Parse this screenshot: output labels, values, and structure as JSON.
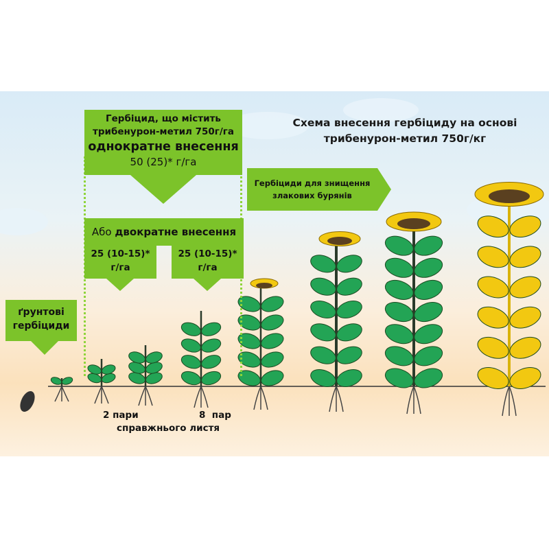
{
  "title": "Схема внесення гербіциду на основі трибенурон-метил 750г/кг",
  "single": {
    "line1": "Гербіцид, що містить",
    "line2": "трибенурон-метил 750г/га",
    "line3": "однократне внесення",
    "dose": "50 (25)* г/га"
  },
  "double": {
    "prefix": "Або",
    "bold": "двократне внесення",
    "dose1_a": "25 (10-15)*",
    "dose1_b": "г/га",
    "dose2_a": "25 (10-15)*",
    "dose2_b": "г/га"
  },
  "grass": {
    "line1": "Гербіциди для знищення",
    "line2": "злакових бурянів"
  },
  "soil": {
    "line1": "ґрунтові",
    "line2": "гербіциди"
  },
  "stage1": "2 пари",
  "stage2": "8  пар",
  "stage_caption": "справжнього листя",
  "colors": {
    "box": "#7cc32a",
    "leaf": "#23a455",
    "yellow": "#f2c811"
  }
}
